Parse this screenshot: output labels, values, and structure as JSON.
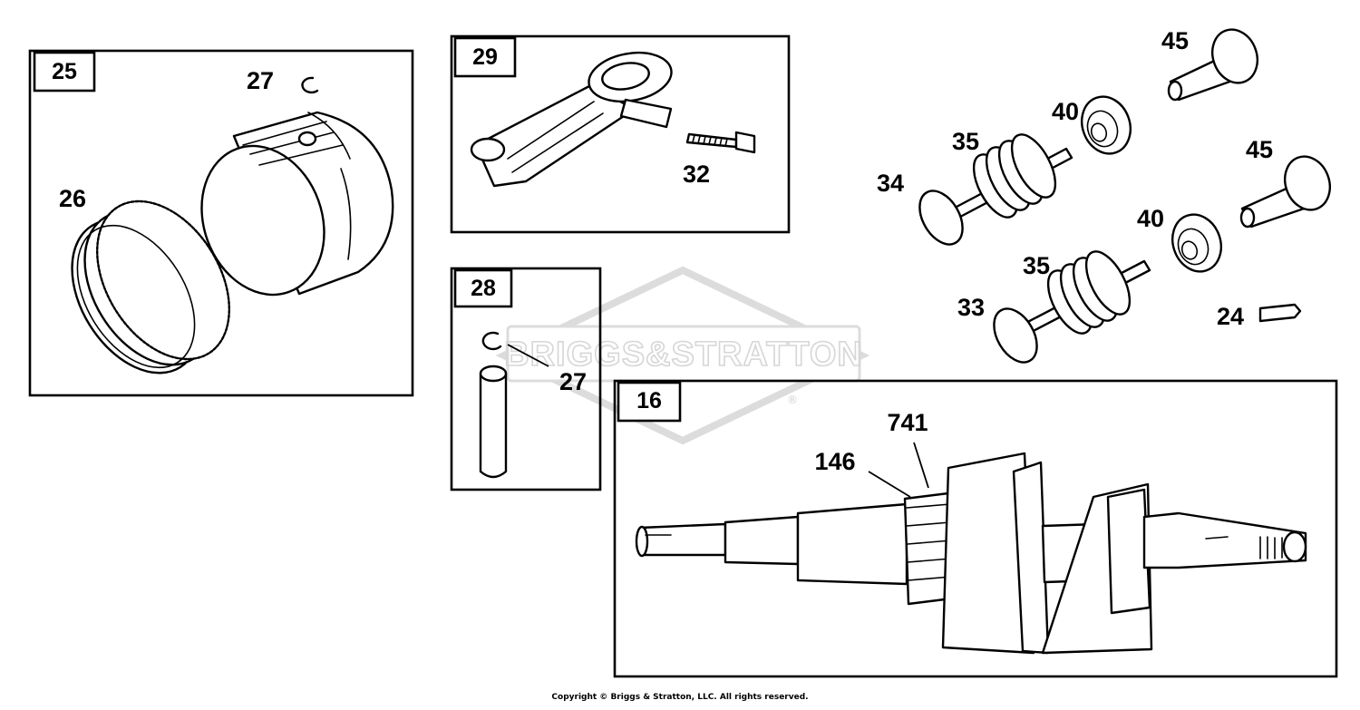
{
  "watermark": "BRIGGS&STRATTON",
  "watermark_mark": "®",
  "copyright": "Copyright © Briggs & Stratton, LLC. All rights reserved.",
  "boxes": {
    "piston_assy": "25",
    "connecting_rod": "29",
    "piston_pin": "28",
    "crankshaft": "16"
  },
  "callouts": {
    "piston_lock_top": "27",
    "rings": "26",
    "rod_bolt": "32",
    "pin_lock": "27",
    "retainer_top": "40",
    "retainer_bottom": "40",
    "spring_top": "35",
    "spring_bottom": "35",
    "valve_exhaust": "34",
    "valve_intake": "33",
    "tappet_top": "45",
    "tappet_bottom": "45",
    "key": "24",
    "gear_141": "741",
    "gear_146": "146"
  }
}
